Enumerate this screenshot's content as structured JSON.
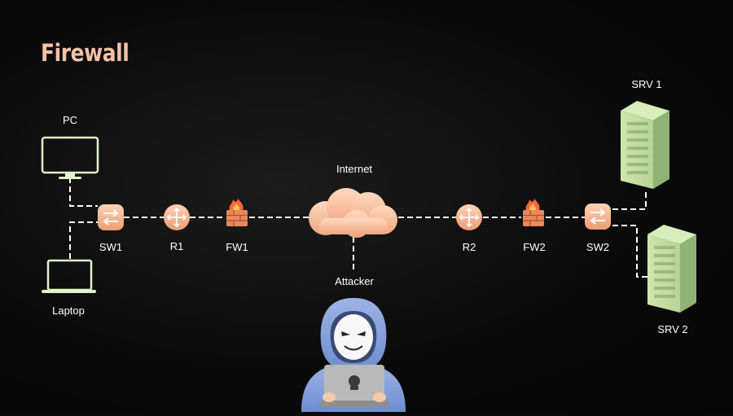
{
  "title": "Firewall",
  "labels": {
    "pc": "PC",
    "laptop": "Laptop",
    "sw1": "SW1",
    "r1": "R1",
    "fw1": "FW1",
    "internet": "Internet",
    "attacker": "Attacker",
    "r2": "R2",
    "fw2": "FW2",
    "sw2": "SW2",
    "srv1": "SRV 1",
    "srv2": "SRV 2"
  },
  "icons": {
    "pc": "monitor-icon",
    "laptop": "laptop-icon",
    "switch": "switch-icon",
    "router": "router-icon",
    "firewall": "firewall-icon",
    "internet": "cloud-icon",
    "server": "server-rack-icon",
    "attacker": "hacker-icon"
  },
  "colors": {
    "title": "#f4c2a6",
    "device_orange": "#f5b894",
    "endpoint_green": "#dff5c8",
    "server_green": "#cfe6b2",
    "link": "#ffffff"
  }
}
